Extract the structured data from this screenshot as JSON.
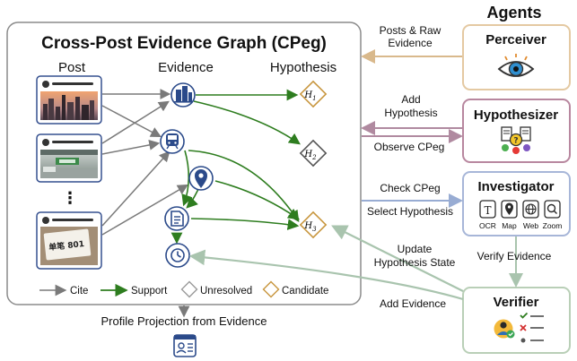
{
  "graph": {
    "title": "Cross-Post Evidence Graph (CPeg)",
    "columns": {
      "post": "Post",
      "evidence": "Evidence",
      "hypothesis": "Hypothesis"
    },
    "posts": [
      {
        "name": "city-skyline-post"
      },
      {
        "name": "train-station-post"
      },
      {
        "name": "receipt-post",
        "photo_text": "单笔 801"
      }
    ],
    "ellipsis": "⋮",
    "evidence_nodes": [
      {
        "name": "building-evidence",
        "icon": "building-icon"
      },
      {
        "name": "train-evidence",
        "icon": "train-icon"
      },
      {
        "name": "location-evidence",
        "icon": "location-pin-icon"
      },
      {
        "name": "document-evidence",
        "icon": "document-icon"
      },
      {
        "name": "time-evidence",
        "icon": "clock-icon"
      }
    ],
    "hypotheses": [
      {
        "base": "H",
        "sub": "1",
        "status": "candidate"
      },
      {
        "base": "H",
        "sub": "2",
        "status": "unresolved"
      },
      {
        "base": "H",
        "sub": "3",
        "status": "candidate"
      }
    ],
    "legend": {
      "cite": "Cite",
      "support": "Support",
      "unresolved": "Unresolved",
      "candidate": "Candidate"
    },
    "projection_label": "Profile Projection from Evidence"
  },
  "agents": {
    "heading": "Agents",
    "perceiver": {
      "name": "Perceiver",
      "icon": "eye-icon"
    },
    "hypothesizer": {
      "name": "Hypothesizer",
      "icon": "documents-idea-icon"
    },
    "investigator": {
      "name": "Investigator",
      "tools": [
        {
          "label": "OCR",
          "icon": "text-icon"
        },
        {
          "label": "Map",
          "icon": "map-pin-icon"
        },
        {
          "label": "Web",
          "icon": "globe-icon"
        },
        {
          "label": "Zoom",
          "icon": "magnifier-icon"
        }
      ]
    },
    "verifier": {
      "name": "Verifier",
      "icon": "user-checklist-icon"
    }
  },
  "flows": {
    "posts_raw_1": "Posts & Raw",
    "posts_raw_2": "Evidence",
    "add_hyp_1": "Add",
    "add_hyp_2": "Hypothesis",
    "observe": "Observe CPeg",
    "check": "Check CPeg",
    "select": "Select Hypothesis",
    "update_1": "Update",
    "update_2": "Hypothesis State",
    "verify": "Verify Evidence",
    "add_evidence": "Add Evidence"
  },
  "colors": {
    "cite": "#7a7a7a",
    "support": "#2e7d1f",
    "candidate": "#c8963e",
    "unresolved": "#9a9a9a",
    "perceiver_border": "#e4c9a2",
    "hypothesizer_border": "#b8879f",
    "investigator_border": "#a7b6d8",
    "verifier_border": "#b9cfb7",
    "evidence_node": "#2b4a8a"
  }
}
